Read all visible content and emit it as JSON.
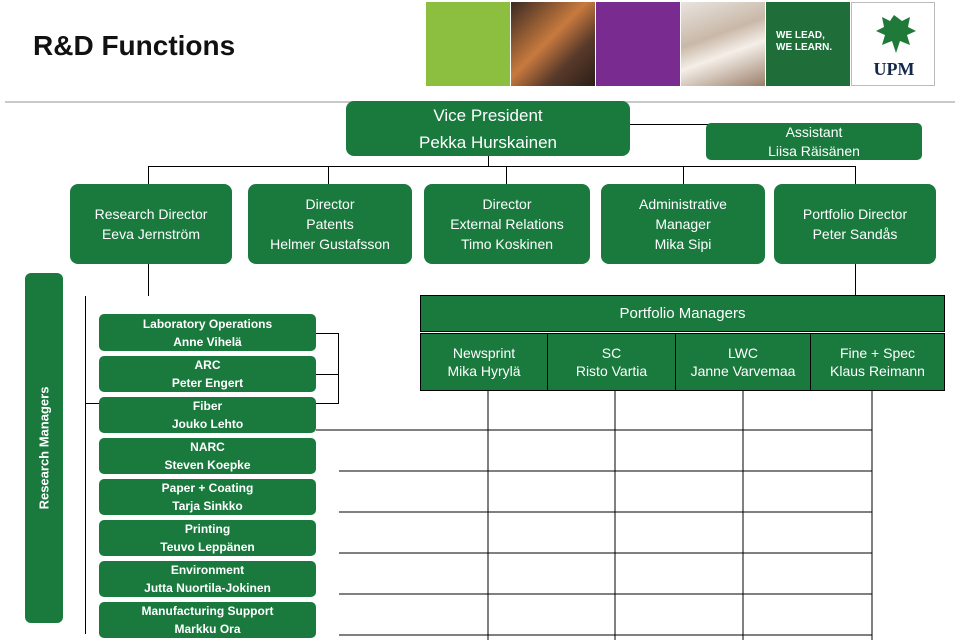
{
  "title": "R&D Functions",
  "banner": {
    "slogan_line1": "WE LEAD,",
    "slogan_line2": "WE LEARN.",
    "logo_text": "UPM"
  },
  "vice_president": {
    "role": "Vice President",
    "name": "Pekka Hurskainen"
  },
  "assistant": {
    "role": "Assistant",
    "name": "Liisa Räisänen"
  },
  "directors": [
    {
      "lines": [
        "Research Director",
        "Eeva Jernström"
      ]
    },
    {
      "lines": [
        "Director",
        "Patents",
        "Helmer Gustafsson"
      ]
    },
    {
      "lines": [
        "Director",
        "External Relations",
        "Timo Koskinen"
      ]
    },
    {
      "lines": [
        "Administrative",
        "Manager",
        "Mika Sipi"
      ]
    },
    {
      "lines": [
        "Portfolio Director",
        "Peter Sandås"
      ]
    }
  ],
  "research_managers_label": "Research Managers",
  "labs": [
    {
      "unit": "Laboratory Operations",
      "name": "Anne Vihelä"
    },
    {
      "unit": "ARC",
      "name": "Peter Engert"
    },
    {
      "unit": "Fiber",
      "name": "Jouko Lehto"
    },
    {
      "unit": "NARC",
      "name": "Steven Koepke"
    },
    {
      "unit": "Paper + Coating",
      "name": "Tarja Sinkko"
    },
    {
      "unit": "Printing",
      "name": "Teuvo Leppänen"
    },
    {
      "unit": "Environment",
      "name": "Jutta Nuortila-Jokinen"
    },
    {
      "unit": "Manufacturing Support",
      "name": "Markku Ora"
    }
  ],
  "portfolio_managers": {
    "header": "Portfolio Managers",
    "columns": [
      {
        "segment": "Newsprint",
        "name": "Mika Hyrylä"
      },
      {
        "segment": "SC",
        "name": "Risto Vartia"
      },
      {
        "segment": "LWC",
        "name": "Janne Varvemaa"
      },
      {
        "segment": "Fine + Spec",
        "name": "Klaus Reimann"
      }
    ]
  },
  "colors": {
    "accent_green": "#1a7a3e",
    "banner_lime": "#8cbf3f",
    "banner_purple": "#7a2b8f",
    "banner_dark_green": "#1f6e3a"
  }
}
